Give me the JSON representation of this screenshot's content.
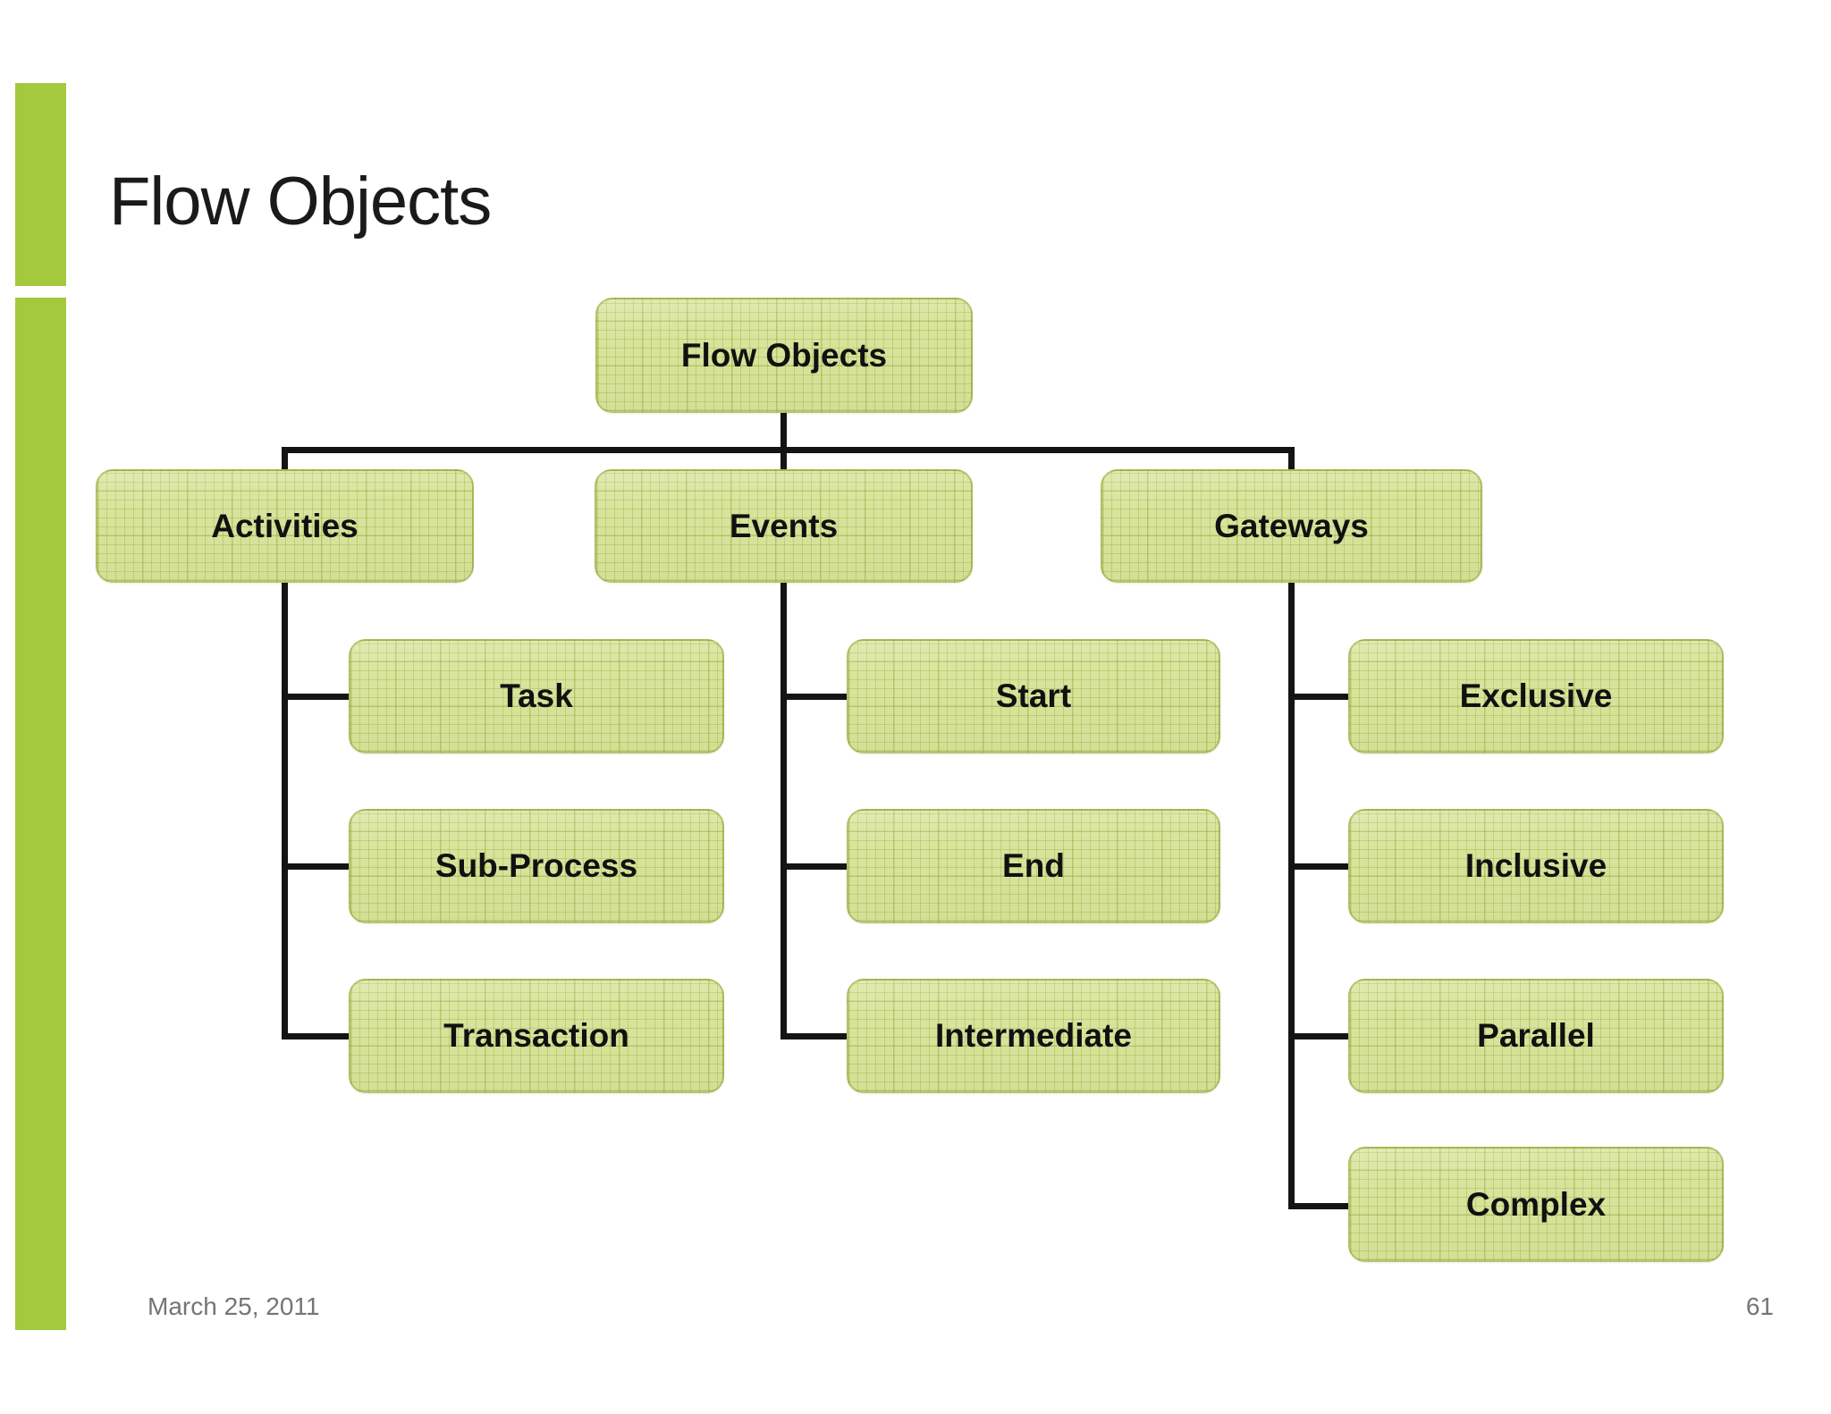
{
  "slide": {
    "title": "Flow Objects",
    "footer": {
      "date": "March 25, 2011",
      "page_number": "61"
    }
  },
  "colors": {
    "accent_green": "#a4c93e",
    "node_fill": "#d9e49c",
    "node_grid": "#8da534",
    "node_text": "#111111",
    "connector": "#141414",
    "title_text": "#1a1a1a",
    "footer_text": "#757575",
    "background": "#ffffff"
  },
  "diagram": {
    "type": "hierarchy",
    "root": {
      "label": "Flow Objects"
    },
    "branches": [
      {
        "label": "Activities",
        "children": [
          {
            "label": "Task"
          },
          {
            "label": "Sub-Process"
          },
          {
            "label": "Transaction"
          }
        ]
      },
      {
        "label": "Events",
        "children": [
          {
            "label": "Start"
          },
          {
            "label": "End"
          },
          {
            "label": "Intermediate"
          }
        ]
      },
      {
        "label": "Gateways",
        "children": [
          {
            "label": "Exclusive"
          },
          {
            "label": "Inclusive"
          },
          {
            "label": "Parallel"
          },
          {
            "label": "Complex"
          }
        ]
      }
    ]
  }
}
